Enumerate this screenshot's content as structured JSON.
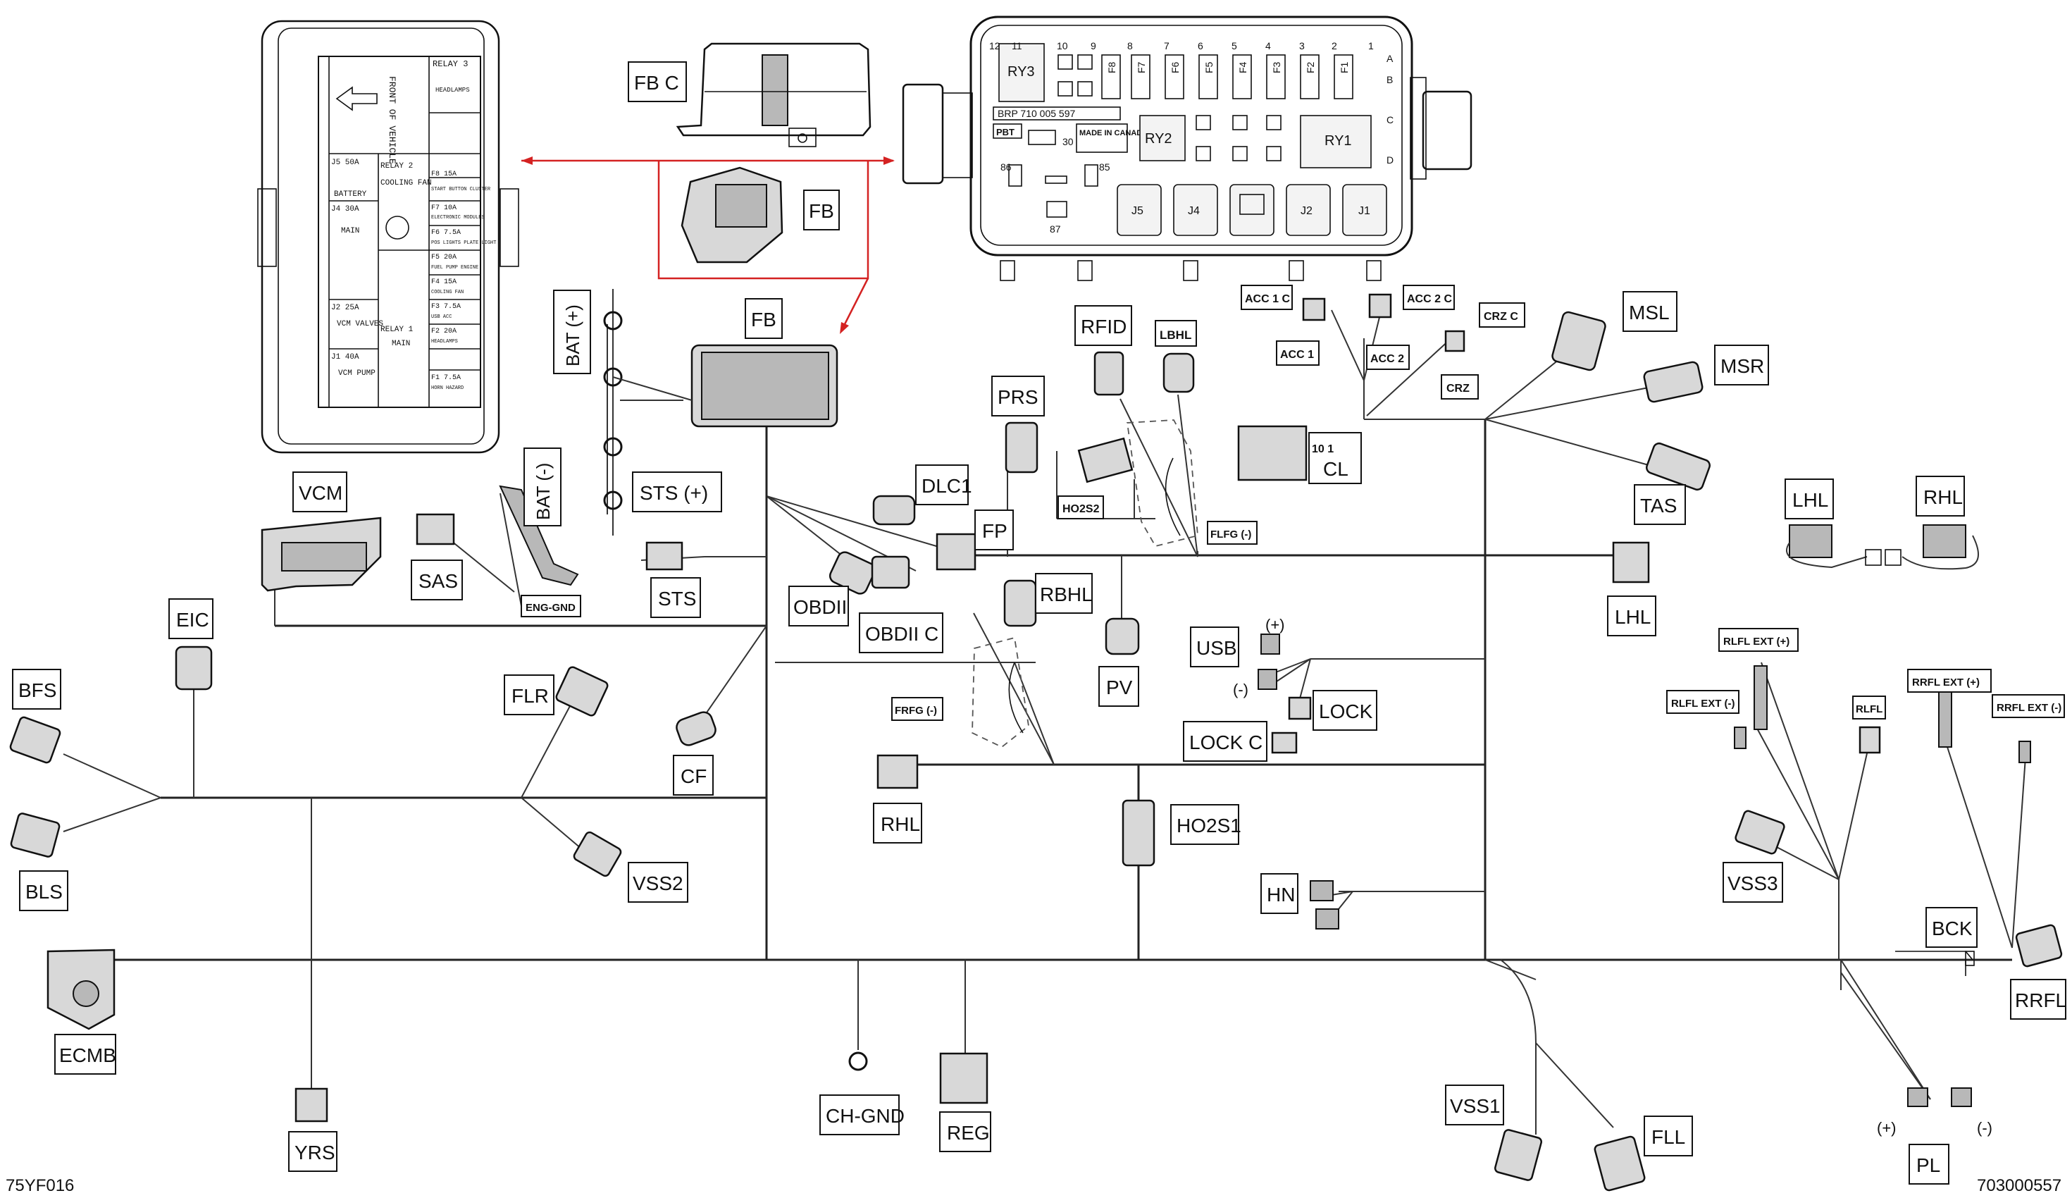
{
  "labels": {
    "fbc": "FB C",
    "fb_top": "FB",
    "fb": "FB",
    "bat_pos": "BAT (+)",
    "bat_neg": "BAT (-)",
    "sts_pos": "STS (+)",
    "sts": "STS",
    "vcm": "VCM",
    "sas": "SAS",
    "eng_gnd": "ENG-GND",
    "eic": "EIC",
    "bfs": "BFS",
    "bls": "BLS",
    "flr": "FLR",
    "vss2": "VSS2",
    "cf": "CF",
    "ecmb": "ECMB",
    "yrs": "YRS",
    "ch_gnd": "CH-GND",
    "reg": "REG",
    "dlc1": "DLC1",
    "obdii": "OBDII",
    "obdii_c": "OBDII C",
    "fp": "FP",
    "prs": "PRS",
    "rfid": "RFID",
    "lbhl": "LBHL",
    "ho2s2": "HO2S2",
    "flfg": "FLFG (-)",
    "rbhl": "RBHL",
    "frfg": "FRFG (-)",
    "pv": "PV",
    "rhl": "RHL",
    "ho2s1": "HO2S1",
    "acc1c": "ACC 1 C",
    "acc2c": "ACC 2 C",
    "acc1": "ACC 1",
    "acc2": "ACC 2",
    "crzc": "CRZ C",
    "crz": "CRZ",
    "cl": "CL",
    "cl_pins": "10     1",
    "msl": "MSL",
    "msr": "MSR",
    "tas": "TAS",
    "lhl": "LHL",
    "usb": "USB",
    "usb_pos": "(+)",
    "usb_neg": "(-)",
    "lock": "LOCK",
    "lock_c": "LOCK C",
    "hn": "HN",
    "lhl_lamp": "LHL",
    "rhl_lamp": "RHL",
    "rlfl_ext_pos": "RLFL EXT (+)",
    "rlfl_ext_neg": "RLFL EXT (-)",
    "rlfl": "RLFL",
    "rrfl_ext_pos": "RRFL EXT (+)",
    "rrfl_ext_neg": "RRFL EXT (-)",
    "vss3": "VSS3",
    "bck": "BCK",
    "rrfl": "RRFL",
    "vss1": "VSS1",
    "fll": "FLL",
    "pl": "PL",
    "pl_pos": "(+)",
    "pl_neg": "(-)"
  },
  "fusebox_legend": {
    "front": "FRONT OF VEHICLE",
    "relay3": "RELAY 3",
    "headlamps_r3": "HEADLAMPS",
    "j5": "J5     50A",
    "battery": "BATTERY",
    "relay2": "RELAY 2",
    "cooling_fan_r2": "COOLING FAN",
    "j4": "J4     30A",
    "main_j4": "MAIN",
    "f8": "F8      15A",
    "f8_desc": "START BUTTON CLUSTER",
    "f7": "F7      10A",
    "f7_desc": "ELECTRONIC MODULES",
    "f6": "F6     7.5A",
    "f6_desc": "POS LIGHTS PLATE LIGHT",
    "f5": "F5      20A",
    "f5_desc": "FUEL PUMP ENGINE",
    "f4": "F4      15A",
    "f4_desc": "COOLING FAN",
    "f3": "F3     7.5A",
    "f3_desc": "USB ACC",
    "j2": "J2     25A",
    "vcm_valves": "VCM VALVES",
    "relay1": "RELAY 1",
    "main_r1": "MAIN",
    "f2": "F2      20A",
    "f2_desc": "HEADLAMPS",
    "j1": "J1     40A",
    "vcm_pump": "VCM PUMP",
    "f1": "F1     7.5A",
    "f1_desc": "HORN HAZARD"
  },
  "fusebox_top": {
    "ry3": "RY3",
    "ry2": "RY2",
    "ry1": "RY1",
    "part_no": "BRP  710 005 597",
    "pbt": "PBT",
    "made_in": "MADE IN CANADA",
    "pin30": "30",
    "pin85": "85",
    "pin86": "86",
    "pin87": "87",
    "j5": "J5",
    "j4": "J4",
    "j2": "J2",
    "j1": "J1",
    "fuses": [
      "F8",
      "F7",
      "F6",
      "F5",
      "F4",
      "F3",
      "F2",
      "F1"
    ],
    "pin_numbers": [
      "12",
      "11",
      "10",
      "9",
      "8",
      "7",
      "6",
      "5",
      "4",
      "3",
      "2",
      "1"
    ],
    "rows": [
      "A",
      "B",
      "C",
      "D"
    ]
  },
  "footer": {
    "left_code": "75YF016",
    "right_code": "703000557"
  }
}
